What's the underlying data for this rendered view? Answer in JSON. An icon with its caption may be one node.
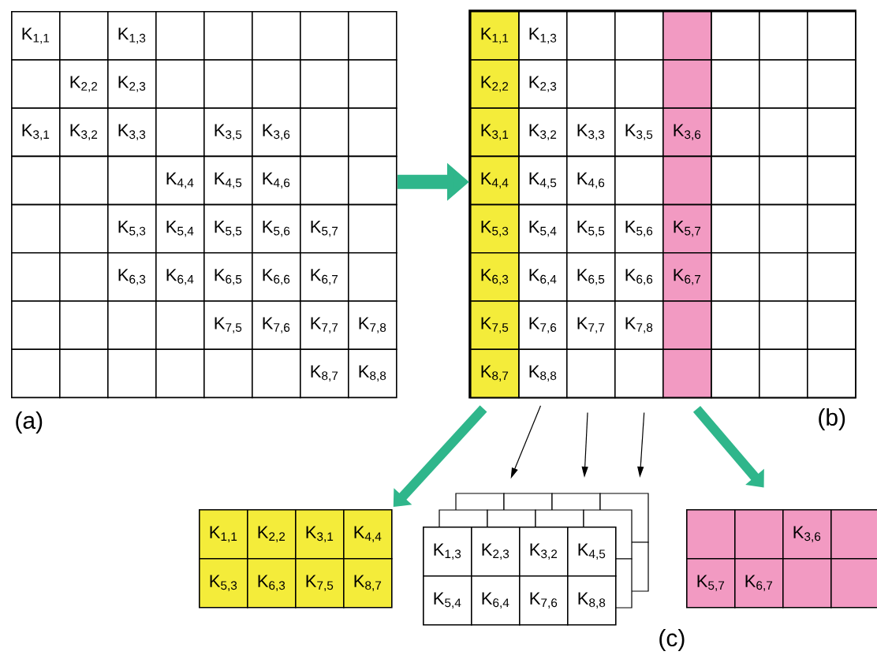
{
  "diagram": {
    "nodes": [
      {
        "text": [
          "K$_{1,1}$",
          "K$_{1,3}$",
          "K$_{2,2}$",
          "K$_{2,3}$",
          "K$_{3,1}$",
          "K$_{3,2}$",
          "K$_{3,3}$",
          "K$_{3,5}$",
          "K$_{3,6}$",
          "K$_{4,4}$",
          "K$_{4,5}$",
          "K$_{4,6}$",
          "K$_{5,3}$",
          "K$_{5,4}$",
          "K$_{5,5}$",
          "K$_{5,6}$",
          "K$_{5,7}$",
          "K$_{6,3}$",
          "K$_{6,4}$",
          "K$_{6,5}$",
          "K$_{6,6}$",
          "K$_{6,7}$",
          "K$_{7,5}$",
          "K$_{7,6}$",
          "K$_{7,7}$",
          "K$_{7,8}$",
          "K$_{8,7}$",
          "K$_{8,8}$"
        ]
      },
      {
        "text": [
          "K$_{1,3}$",
          "K$_{2,3}$",
          "K$_{3,2}$",
          "K$_{3,3}$",
          "K$_{3,5}$",
          "K$_{4,5}$",
          "K$_{4,6}$",
          "K$_{5,4}$",
          "K$_{5,5}$",
          "K$_{5,6}$",
          "K$_{6,4}$",
          "K$_{6,5}$",
          "K$_{6,6}$",
          "K$_{7,6}$",
          "K$_{7,7}$",
          "K$_{7,8}$",
          "K$_{8,8}$"
        ]
      },
      {
        "text": [
          "K$_{1,1}$",
          "K$_{2,2}$",
          "K$_{3,1}$",
          "K$_{4,4}$",
          "K$_{5,3}$",
          "K$_{6,3}$",
          "K$_{7,5}$",
          "K$_{8,7}$"
        ],
        "in": 1
      },
      {
        "text": [
          "K$_{3,6}$",
          "K$_{5,7}$",
          "K$_{6,7}$"
        ],
        "in": 1
      },
      {
        "text": [
          "K$_{1,1}$",
          "K$_{2,2}$",
          "K$_{3,1}$",
          "K$_{4,4}$",
          "K$_{5,3}$",
          "K$_{6,3}$",
          "K$_{7,5}$",
          "K$_{8,7}$"
        ]
      },
      {
        "text": [
          "K$_{1,3}$",
          "K$_{2,3}$",
          "K$_{3,2}$",
          "K$_{4,5}$",
          "K$_{5,4}$",
          "K$_{6,4}$",
          "K$_{7,6}$",
          "K$_{8,8}$"
        ]
      },
      {
        "text": [
          "K$_{3,6}$",
          "K$_{5,7}$",
          "K$_{6,7}$"
        ]
      }
    ],
    "edges": [
      {
        "from": 0,
        "to": 1,
        "arrow": "to",
        "style": "thick",
        "color": "#2fb68b"
      },
      {
        "from": 2,
        "to": 4,
        "arrow": "to",
        "style": "thick",
        "color": "#2fb68b"
      },
      {
        "from": 3,
        "to": 6,
        "arrow": "to",
        "style": "thick",
        "color": "#2fb68b"
      },
      {
        "from": 1,
        "to": 5,
        "arrow": "to",
        "color": "#000000"
      },
      {
        "from": 1,
        "to": 5,
        "arrow": "to",
        "color": "#000000"
      },
      {
        "from": 1,
        "to": 5,
        "arrow": "to",
        "color": "#000000"
      }
    ],
    "labels": [
      "(a)",
      "(b)",
      "(c)"
    ]
  }
}
